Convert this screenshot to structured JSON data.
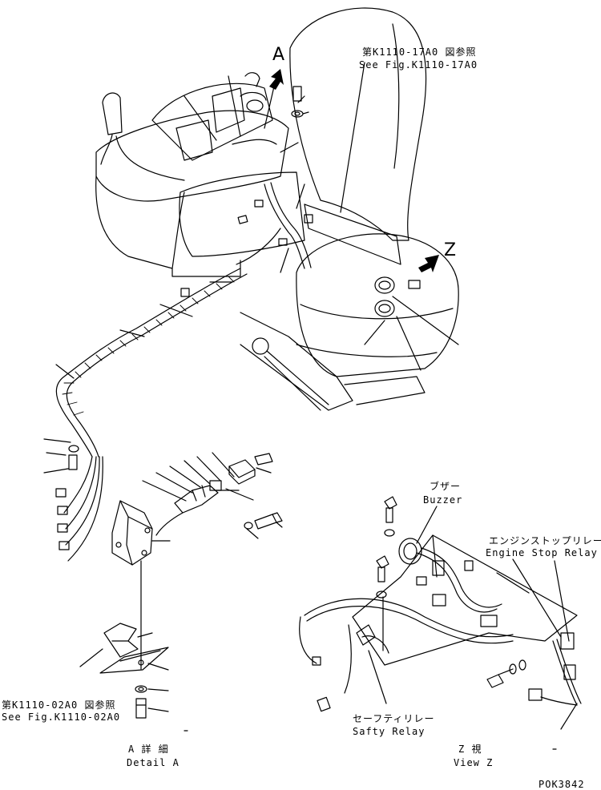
{
  "view_letters": {
    "a": "A",
    "z": "Z"
  },
  "refs": {
    "top_jp": "第K1110-17A0 図参照",
    "top_en": "See Fig.K1110-17A0",
    "bottom_jp": "第K1110-02A0 図参照",
    "bottom_en": "See Fig.K1110-02A0"
  },
  "parts": {
    "buzzer_jp": "ブザー",
    "buzzer_en": "Buzzer",
    "engine_stop_jp": "エンジンストップリレー",
    "engine_stop_en": "Engine Stop Relay",
    "safety_jp": "セーフティリレー",
    "safety_en": "Safty Relay"
  },
  "captions": {
    "detail_jp": "A 詳 細",
    "detail_en": "Detail A",
    "view_jp": "Z 視",
    "view_en": "View Z"
  },
  "drawing_no": "POK3842"
}
